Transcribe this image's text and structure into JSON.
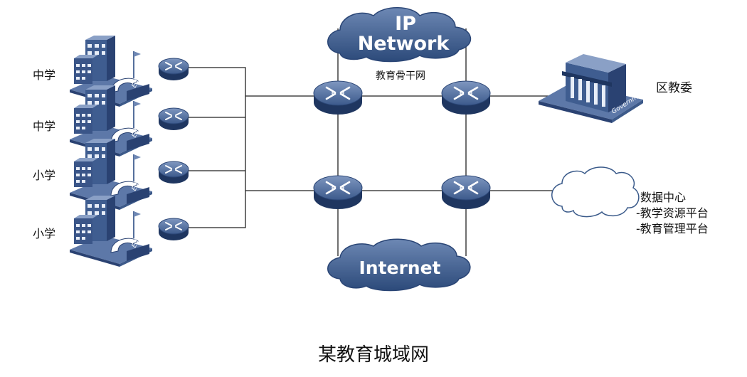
{
  "schools": [
    {
      "label": "中学",
      "badge": "Education"
    },
    {
      "label": "中学",
      "badge": "Education"
    },
    {
      "label": "小学",
      "badge": "Education"
    },
    {
      "label": "小学",
      "badge": "Education"
    }
  ],
  "ip_cloud": {
    "line1": "IP",
    "line2": "Network",
    "caption": "教育骨干网"
  },
  "internet_cloud": {
    "label": "Internet"
  },
  "government": {
    "label": "区教委",
    "badge": "Government"
  },
  "datacenter": {
    "line1": "数据中心",
    "line2": "-教学资源平台",
    "line3": "-教育管理平台"
  },
  "caption": "某教育城域网",
  "colors": {
    "device": "#2e4a78",
    "device_light": "#6b86b3",
    "link": "#222222",
    "cloud": "#3a5a8a"
  }
}
